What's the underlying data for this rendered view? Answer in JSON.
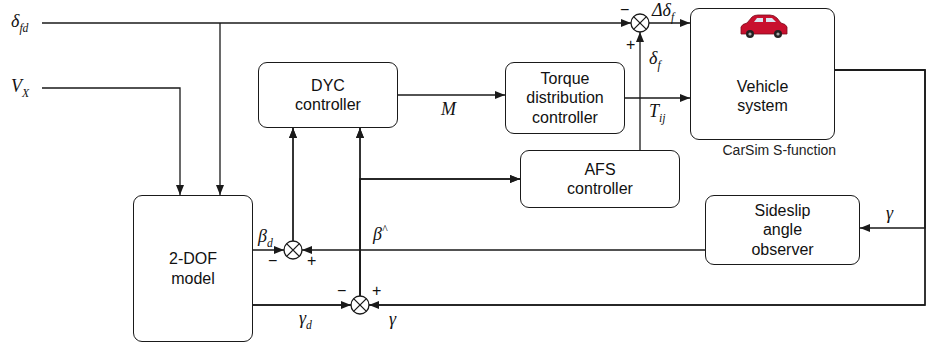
{
  "diagram": {
    "nodes": [
      {
        "text": [
          "DYC controller"
        ]
      },
      {
        "text": [
          "Torque distribution controller"
        ]
      },
      {
        "text": [
          "Vehicle system",
          "CarSim S-function"
        ]
      },
      {
        "text": [
          "AFS controller"
        ]
      },
      {
        "text": [
          "Sideslip angle observer"
        ]
      },
      {
        "text": [
          "2-DOF model"
        ]
      }
    ],
    "edges": [
      {
        "from": 0,
        "to": 1,
        "arrow": "to",
        "label": "M"
      },
      {
        "from": 1,
        "to": 2,
        "arrow": "to",
        "label": "Tij"
      },
      {
        "from": 3,
        "to": 2,
        "arrow": "to",
        "label": "δf"
      },
      {
        "from": 2,
        "to": 4,
        "arrow": "to",
        "label": "γ"
      },
      {
        "from": 2,
        "to": 0,
        "arrow": "to",
        "label": "γ"
      },
      {
        "from": 2,
        "to": 3,
        "arrow": "to"
      },
      {
        "from": 4,
        "to": 0,
        "arrow": "to",
        "label": "β^"
      },
      {
        "from": 5,
        "to": 0,
        "arrow": "to",
        "label": "βd"
      },
      {
        "from": 5,
        "to": 0,
        "arrow": "to",
        "label": "γd"
      },
      {
        "from": 5,
        "to": 3,
        "arrow": "to"
      }
    ],
    "labels": [
      "δfd",
      "VX",
      "Δδf",
      "−",
      "+",
      "−",
      "+",
      "−",
      "+"
    ]
  }
}
